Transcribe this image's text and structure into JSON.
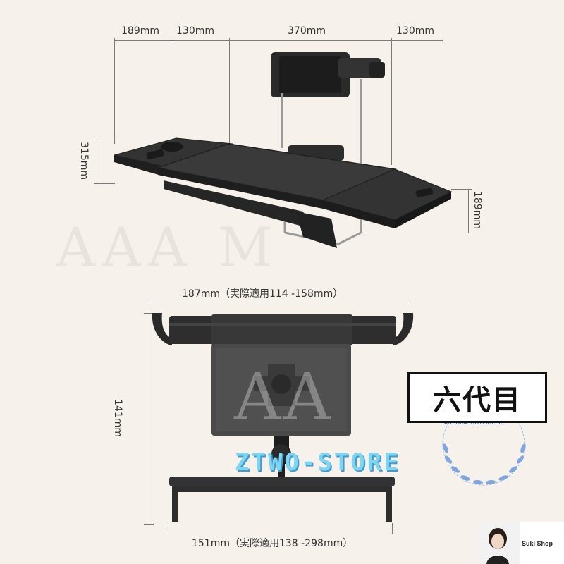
{
  "top_dimensions": {
    "d1": "189mm",
    "d2": "130mm",
    "d3": "370mm",
    "d4": "130mm",
    "left_height": "315mm",
    "right_height": "189mm"
  },
  "bottom_dimensions": {
    "width_top": "187mm（実際適用114 -158mm）",
    "height": "141mm",
    "width_bottom": "151mm（実際適用138 -298mm）"
  },
  "badge": "六代目",
  "store_name": "ZTWO-STORE",
  "seal_text": "AOZORASHOTEN0330",
  "shop_name": "Suki Shop",
  "watermark": {
    "top": "AAA M",
    "mid": "AA"
  },
  "colors": {
    "background": "#f6f1ea",
    "product": "#2a2a2a",
    "store_text": "#7fd4f0",
    "seal": "#1a4fa8"
  }
}
